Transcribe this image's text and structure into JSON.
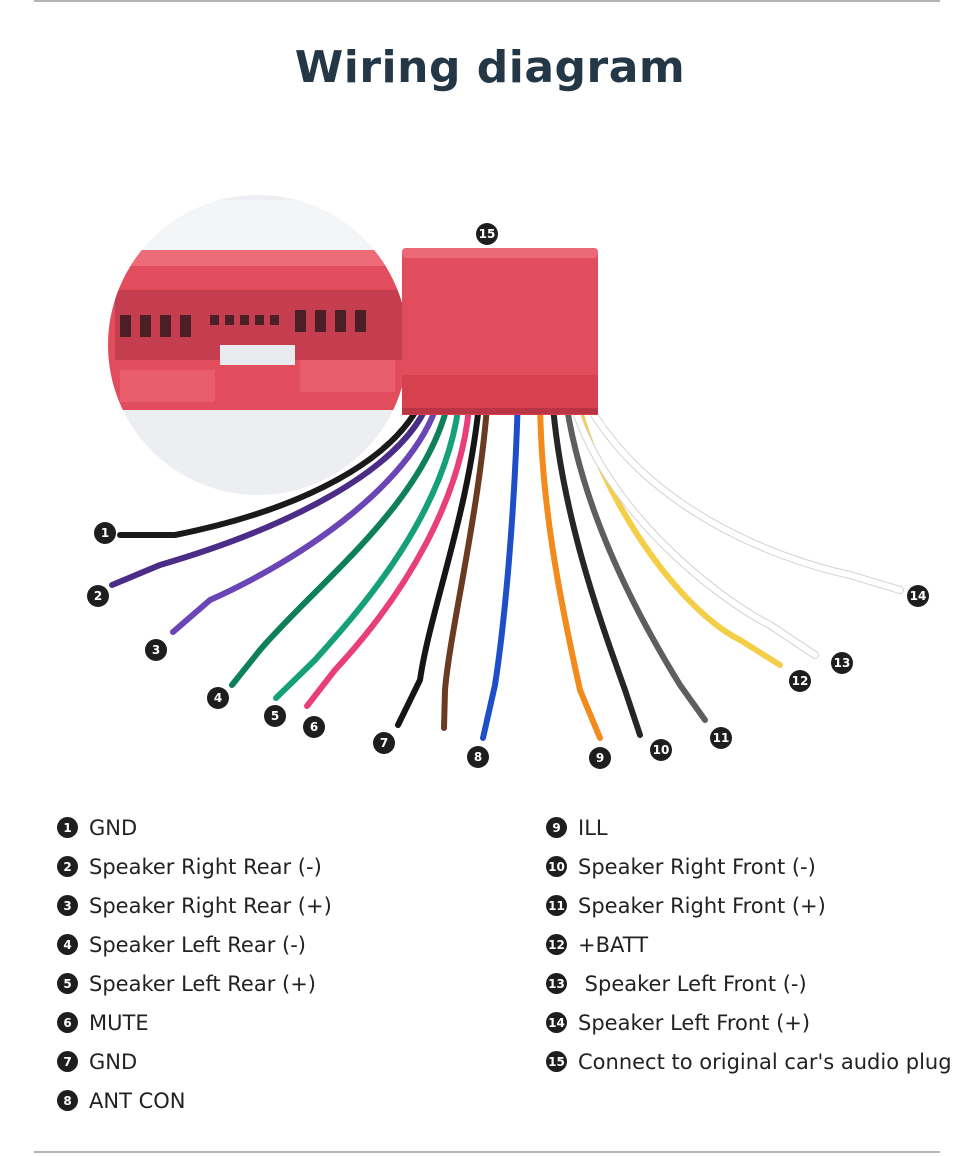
{
  "title": "Wiring diagram",
  "colors": {
    "connector": "#e24d5e",
    "connector_dark": "#b93545",
    "title": "#243746",
    "badge": "#1e1e1e"
  },
  "wires": [
    {
      "num": "1",
      "label": "GND",
      "color": "#1a1a1a"
    },
    {
      "num": "2",
      "label": "Speaker Right Rear (-)",
      "color": "#4b2c86"
    },
    {
      "num": "3",
      "label": "Speaker Right Rear (+)",
      "color": "#6a45b5"
    },
    {
      "num": "4",
      "label": "Speaker Left Rear (-)",
      "color": "#0e7f5b"
    },
    {
      "num": "5",
      "label": "Speaker Left Rear (+)",
      "color": "#16a07a"
    },
    {
      "num": "6",
      "label": "MUTE",
      "color": "#e83f7a"
    },
    {
      "num": "7",
      "label": "GND",
      "color": "#151515"
    },
    {
      "num": "8",
      "label": "ANT CON",
      "color": "#1f4fc8"
    },
    {
      "num": "9",
      "label": "ILL",
      "color": "#f28a1c"
    },
    {
      "num": "10",
      "label": "Speaker Right Front (-)",
      "color": "#262626"
    },
    {
      "num": "11",
      "label": "Speaker Right Front (+)",
      "color": "#5e5e5e"
    },
    {
      "num": "12",
      "label": "+BATT",
      "color": "#f3cf48"
    },
    {
      "num": "13",
      "label": " Speaker Left Front (-)",
      "color": "#ffffff"
    },
    {
      "num": "14",
      "label": "Speaker Left Front (+)",
      "color": "#ffffff"
    },
    {
      "num": "15",
      "label": "Connect to original car's audio plug",
      "color": "#e24d5e"
    }
  ],
  "brown_wire_color": "#6b3a22"
}
